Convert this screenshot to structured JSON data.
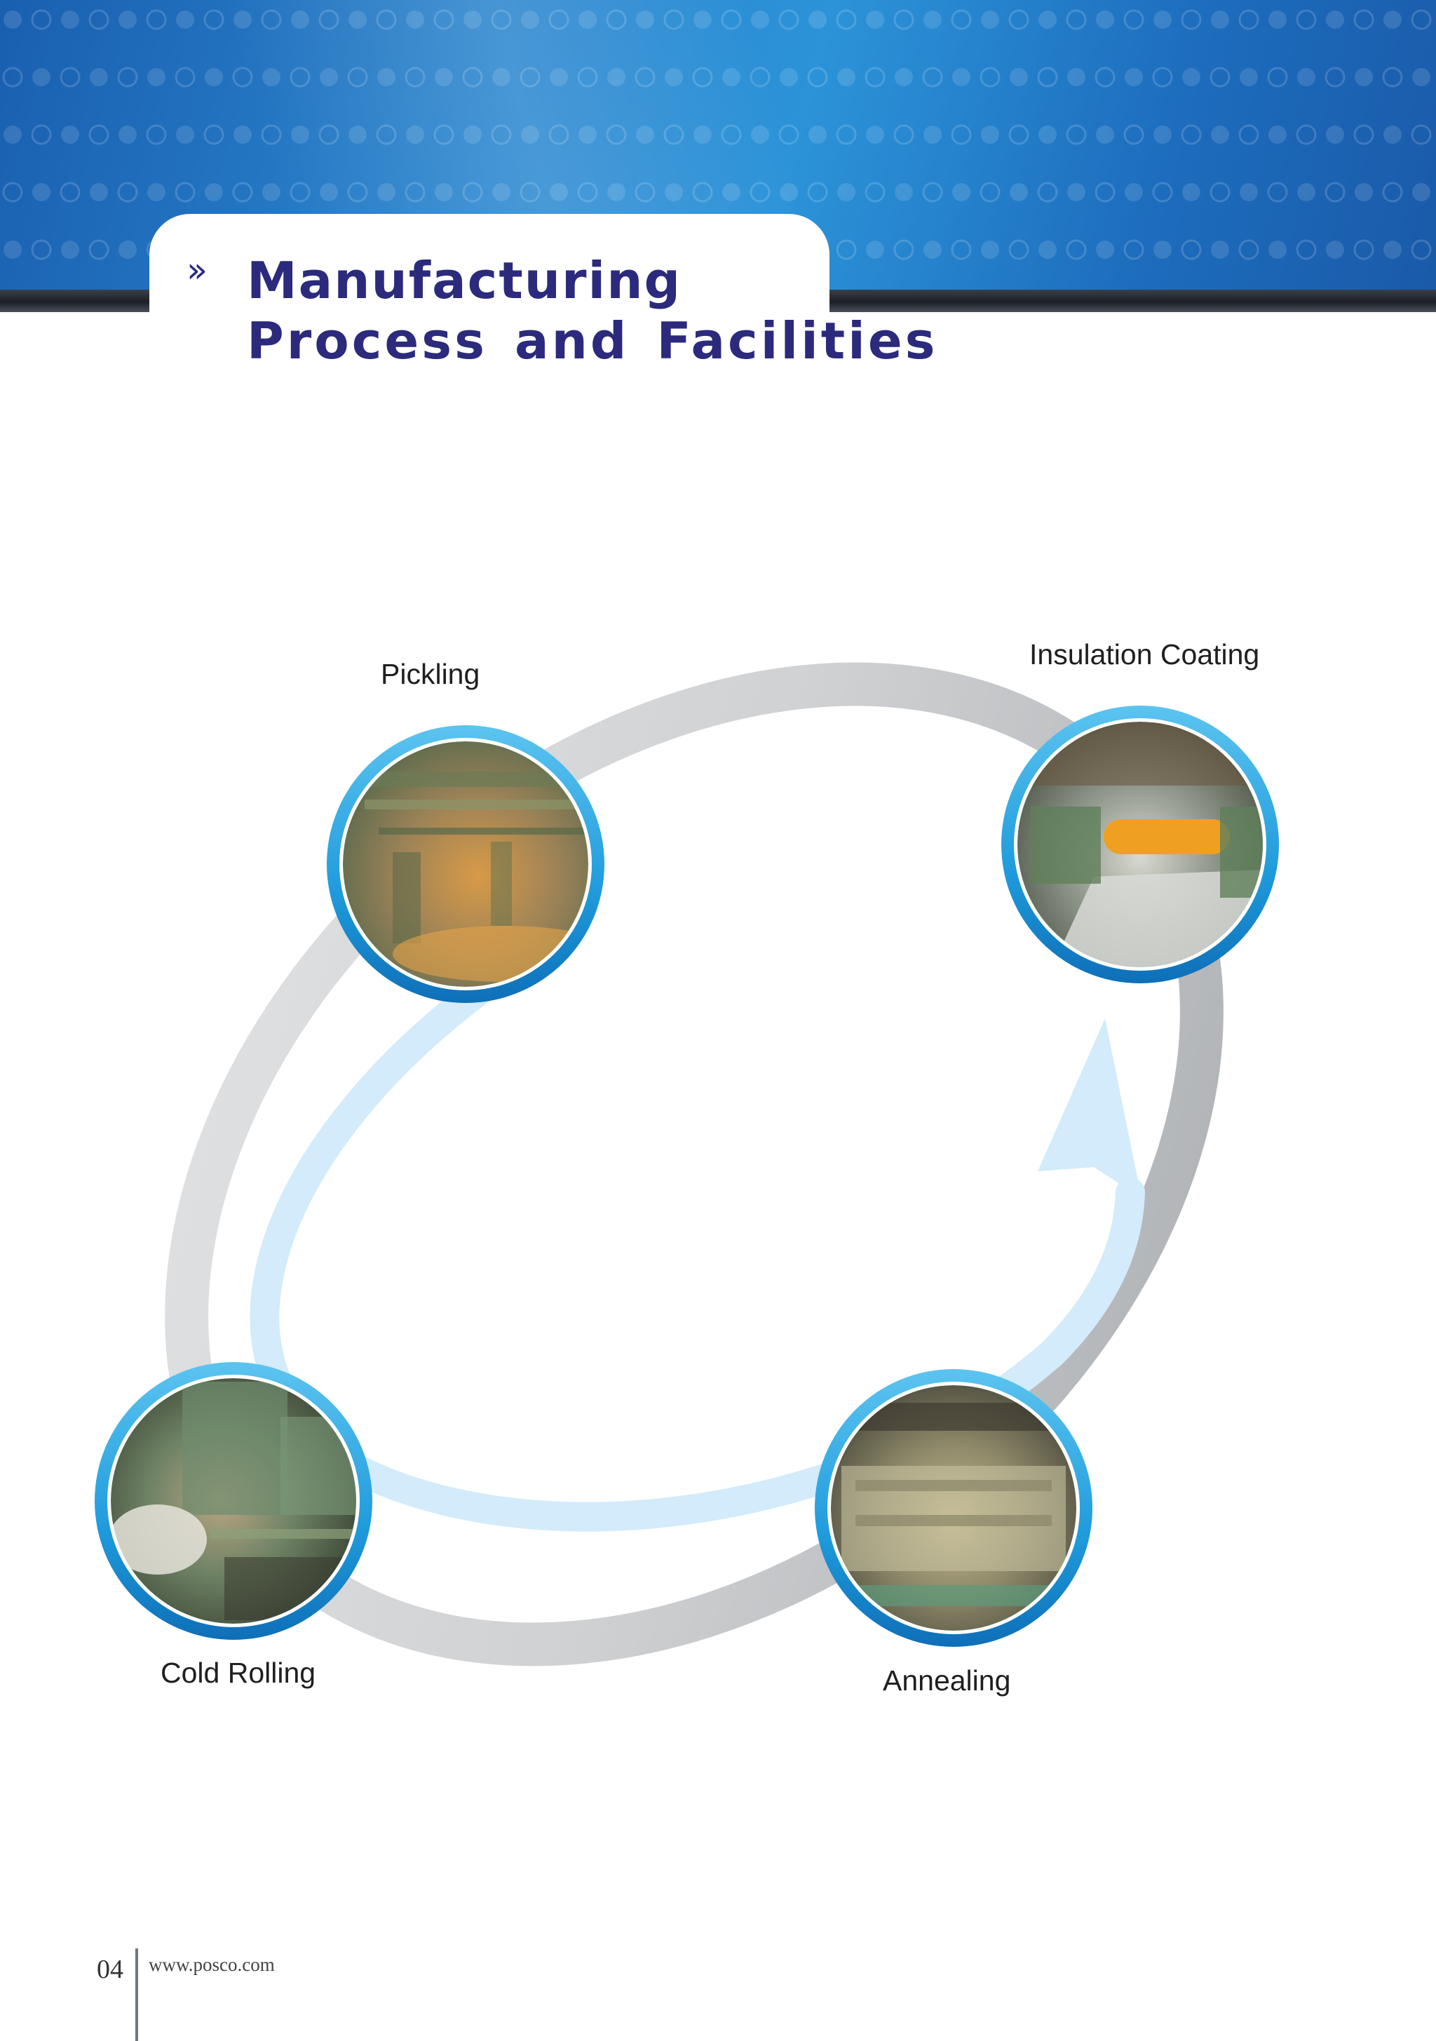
{
  "header": {
    "chevron": "››",
    "title_line1": "Manufacturing",
    "title_line2": "Process and Facilities"
  },
  "process": {
    "steps": [
      {
        "label": "Pickling",
        "photo": "pickling-line-photo"
      },
      {
        "label": "Insulation Coating",
        "photo": "coating-line-photo"
      },
      {
        "label": "Annealing",
        "photo": "annealing-line-photo"
      },
      {
        "label": "Cold Rolling",
        "photo": "cold-rolling-mill-photo"
      }
    ]
  },
  "colors": {
    "title": "#2b2a7c",
    "ring_blue": "#29a6e2",
    "gray_ellipse": "#c9cbcd",
    "light_blue_arrow": "#d3ebfa"
  },
  "footer": {
    "page_number": "04",
    "url": "www.posco.com"
  }
}
